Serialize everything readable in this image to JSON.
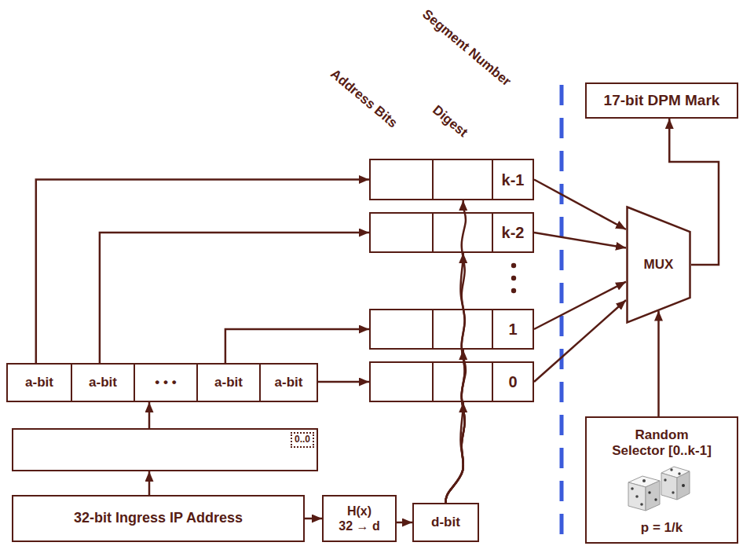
{
  "diagram": {
    "nodes": [
      {
        "text": [
          "17-bit DPM Mark"
        ]
      },
      {
        "text": [
          "k-1"
        ]
      },
      {
        "text": [
          "k-2"
        ]
      },
      {
        "text": [
          "1"
        ]
      },
      {
        "text": [
          "0"
        ]
      },
      {
        "text": [
          "MUX"
        ]
      },
      {
        "text": [
          "a-bit"
        ]
      },
      {
        "text": [
          "a-bit"
        ]
      },
      {
        "text": [
          "• • •"
        ]
      },
      {
        "text": [
          "a-bit"
        ]
      },
      {
        "text": [
          "a-bit"
        ]
      },
      {
        "text": [
          "0..0"
        ]
      },
      {
        "text": [
          "Random Selector [0..k-1]",
          "p = 1/k"
        ]
      },
      {
        "text": [
          "32-bit Ingress IP Address"
        ]
      },
      {
        "text": [
          "H(x)",
          "32 → d"
        ]
      },
      {
        "text": [
          "d-bit"
        ]
      }
    ],
    "edges": [
      {
        "from": 6,
        "to": 1,
        "arrow": "to"
      },
      {
        "from": 7,
        "to": 2,
        "arrow": "to"
      },
      {
        "from": 9,
        "to": 3,
        "arrow": "to"
      },
      {
        "from": 10,
        "to": 4,
        "arrow": "to"
      },
      {
        "from": 15,
        "to": 4,
        "arrow": "to"
      },
      {
        "from": 15,
        "to": 3,
        "arrow": "to"
      },
      {
        "from": 15,
        "to": 2,
        "arrow": "to"
      },
      {
        "from": 15,
        "to": 1,
        "arrow": "to"
      },
      {
        "from": 1,
        "to": 5,
        "arrow": "to"
      },
      {
        "from": 2,
        "to": 5,
        "arrow": "to"
      },
      {
        "from": 3,
        "to": 5,
        "arrow": "to"
      },
      {
        "from": 4,
        "to": 5,
        "arrow": "to"
      },
      {
        "from": 5,
        "to": 0,
        "arrow": "to"
      },
      {
        "from": 12,
        "to": 5,
        "arrow": "to"
      },
      {
        "from": 13,
        "to": 11,
        "arrow": "to"
      },
      {
        "from": 11,
        "to": 8,
        "arrow": "to"
      },
      {
        "from": 13,
        "to": 14,
        "arrow": "to"
      },
      {
        "from": 14,
        "to": 15,
        "arrow": "to"
      }
    ],
    "labels": [
      "Address Bits",
      "Digest",
      "Segment Number"
    ]
  }
}
